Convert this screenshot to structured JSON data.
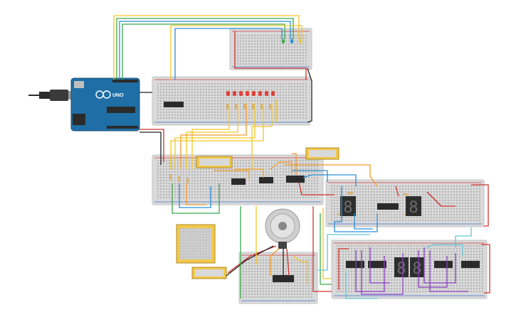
{
  "canvas": {
    "background": "#ffffff"
  },
  "colors": {
    "breadboard": "#d9d9d9",
    "breadboard_edge": "#c4c4c4",
    "hole": "#8c8c8c",
    "rail_red": "#d23a3a",
    "rail_blue": "#3a6fd2",
    "chip": "#2b2b2b",
    "arduino": "#1f6fa6",
    "wire_yellow": "#f2c624",
    "wire_orange": "#f09a2a",
    "wire_green": "#3aa84a",
    "wire_blue": "#2a8fd6",
    "wire_red": "#d2322d",
    "wire_black": "#222222",
    "wire_purple": "#8a3fc4",
    "wire_cyan": "#5fc6d8",
    "led_red": "#e0413a",
    "lcd_gold": "#f2c84b",
    "seg_dark": "#2e2e2e"
  },
  "components": {
    "arduino": {
      "name": "arduino-uno",
      "label": "UNO"
    },
    "usb_cable": {
      "name": "usb-cable-icon"
    },
    "keypad": {
      "name": "keypad-icon"
    },
    "motor": {
      "name": "dc-motor-icon"
    },
    "seven_segment_digits": [
      "8",
      "8",
      "8",
      "8"
    ],
    "led_count": 8
  }
}
